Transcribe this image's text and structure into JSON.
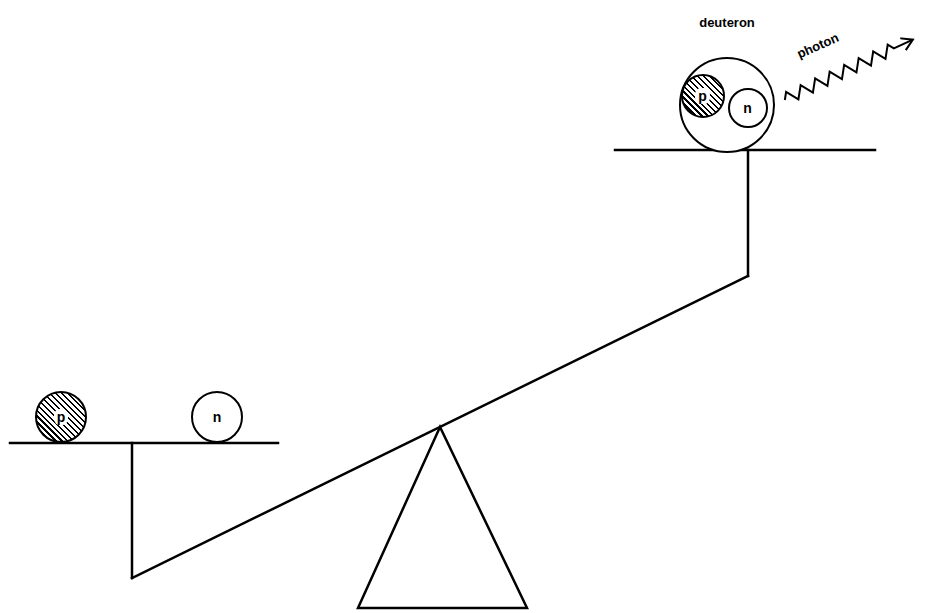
{
  "diagram": {
    "nodes": [
      {
        "text": [
          "deuteron"
        ]
      },
      {
        "text": [
          "p"
        ],
        "in": 0
      },
      {
        "text": [
          "n"
        ],
        "in": 0
      },
      {
        "text": [
          "p"
        ]
      },
      {
        "text": [
          "n"
        ]
      }
    ],
    "labels": [
      "photon"
    ]
  }
}
